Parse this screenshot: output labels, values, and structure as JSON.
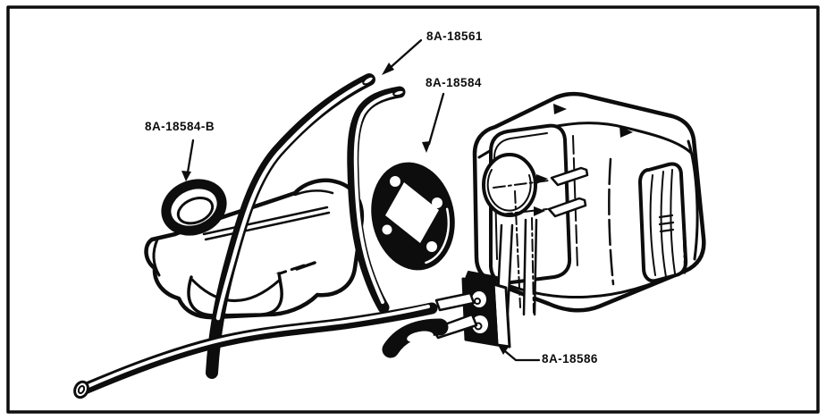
{
  "diagram": {
    "background_color": "#ffffff",
    "ink_color": "#0d0d0d",
    "callouts": [
      {
        "part": "hose",
        "text": "8A-18561"
      },
      {
        "part": "gasket",
        "text": "8A-18584"
      },
      {
        "part": "sleeve",
        "text": "8A-18584-B"
      },
      {
        "part": "mounting-plate",
        "text": "8A-18586"
      }
    ]
  }
}
